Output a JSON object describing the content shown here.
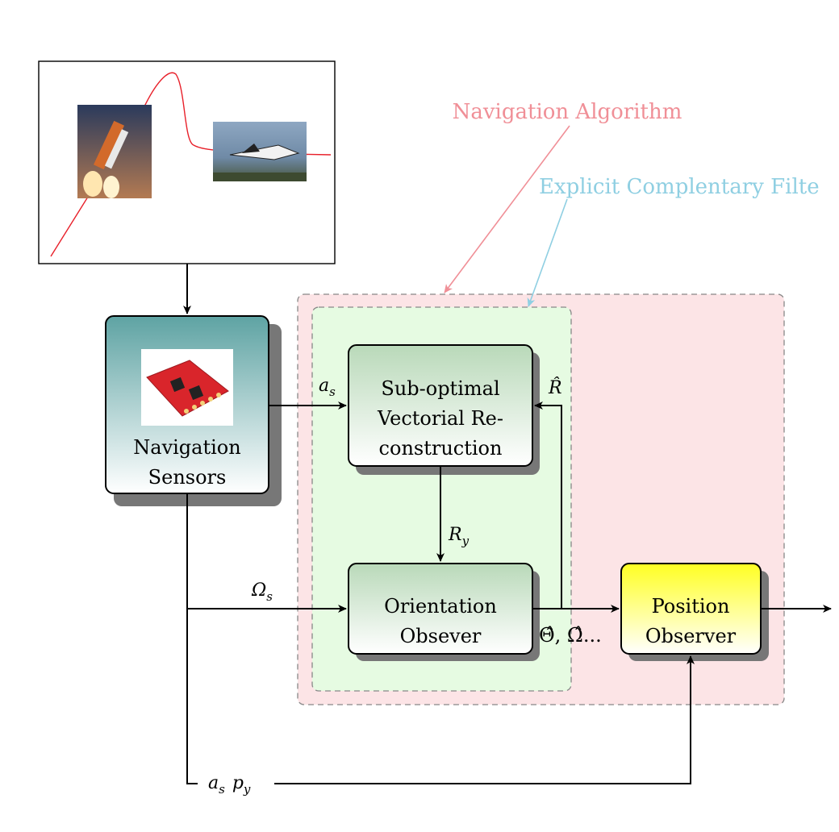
{
  "title_labels": {
    "navigation_algorithm": "Navigation Algorithm",
    "ecf": "Explicit Complentary Filte"
  },
  "blocks": {
    "nav_sensors": {
      "line1": "Navigation",
      "line2": "Sensors"
    },
    "subopt": {
      "line1": "Sub-optimal",
      "line2": "Vectorial Re-",
      "line3": "construction"
    },
    "orientation": {
      "line1": "Orientation",
      "line2": "Obsever"
    },
    "position": {
      "line1": "Position",
      "line2": "Observer"
    }
  },
  "signals": {
    "a_s": "a",
    "a_s_sub": "s",
    "R_hat": "R̂",
    "R_y": "R",
    "R_y_sub": "y",
    "Omega_s": "Ω",
    "Omega_s_sub": "s",
    "theta_omega_hat": "Θ̂, Ω̂...",
    "as_py_a": "a",
    "as_py_a_sub": "s",
    "as_py_p": "p",
    "as_py_p_sub": "y"
  },
  "colors": {
    "nav_algo_region": "#fce4e6",
    "ecf_region": "#e6fbe2",
    "nav_algo_text": "#f08f97",
    "ecf_text": "#8fcfe2",
    "sensor_top": "#5ea3a3",
    "position_fill": "#ffff33",
    "trajectory": "#e8202a"
  }
}
